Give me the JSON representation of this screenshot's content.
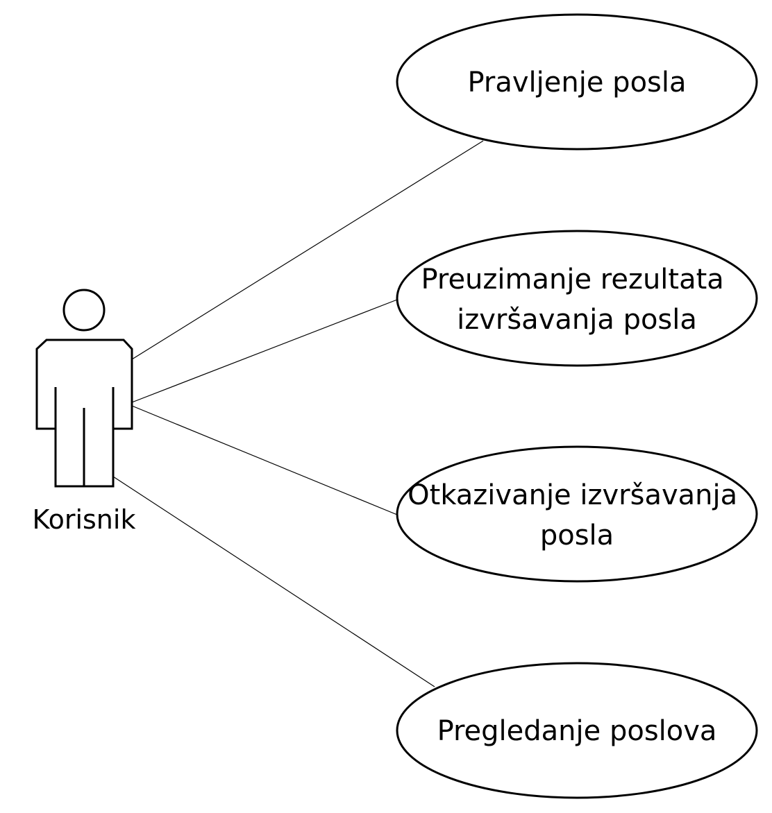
{
  "actor": {
    "name": "Korisnik",
    "icon": "actor-stick-figure-icon"
  },
  "use_cases": [
    {
      "lines": [
        "Pravljenje posla"
      ]
    },
    {
      "lines": [
        "Preuzimanje rezultata",
        "izvršavanja posla"
      ]
    },
    {
      "lines": [
        "Otkazivanje izvršavanja",
        "posla"
      ]
    },
    {
      "lines": [
        "Pregledanje poslova"
      ]
    }
  ],
  "colors": {
    "stroke": "#000000",
    "fill": "#ffffff"
  }
}
